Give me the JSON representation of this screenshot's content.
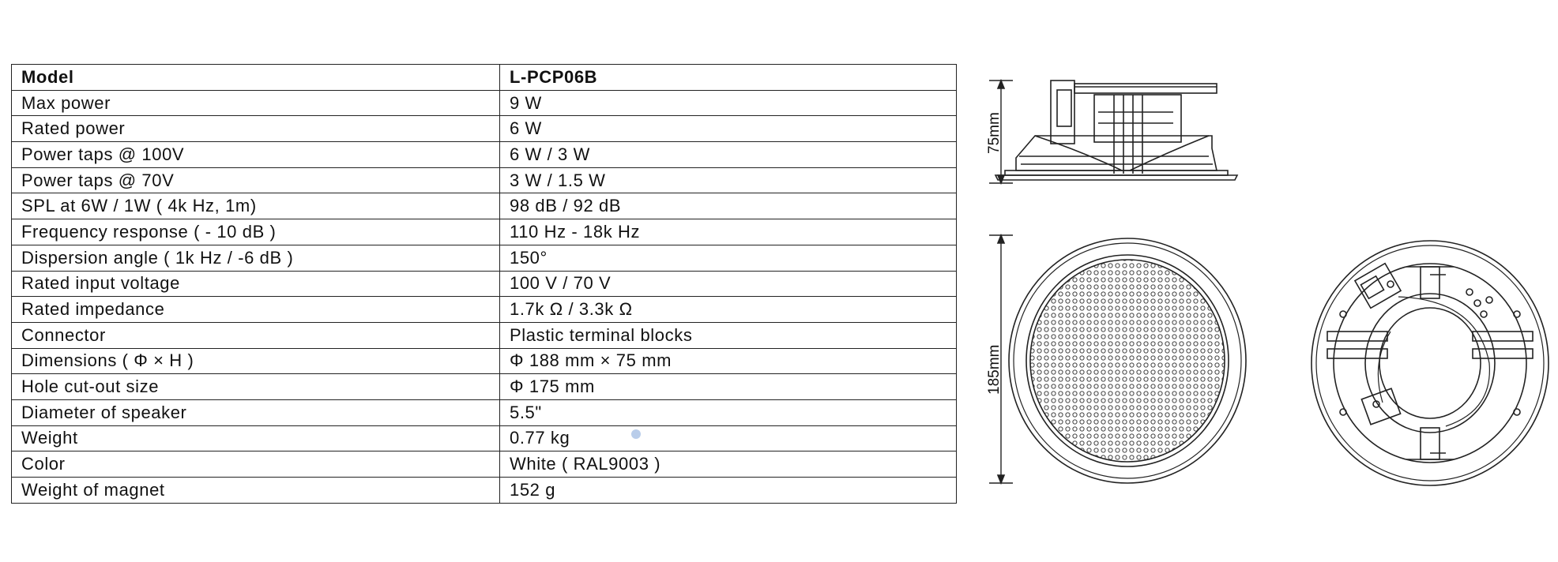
{
  "spec_table": {
    "header": {
      "label": "Model",
      "value": "L-PCP06B"
    },
    "rows": [
      {
        "label": "Max  power",
        "value": "9 W"
      },
      {
        "label": "Rated  power",
        "value": "6 W"
      },
      {
        "label": "Power  taps @ 100V",
        "value": "6 W / 3 W"
      },
      {
        "label": "Power  taps @ 70V",
        "value": "3 W / 1.5 W"
      },
      {
        "label": "SPL at 6W / 1W ( 4k Hz, 1m)",
        "value": "98 dB / 92 dB"
      },
      {
        "label": "Frequency  response ( - 10 dB )",
        "value": "110 Hz - 18k Hz"
      },
      {
        "label": "Dispersion  angle ( 1k Hz / -6 dB )",
        "value": "150°"
      },
      {
        "label": "Rated  input  voltage",
        "value": "100 V / 70 V"
      },
      {
        "label": "Rated  impedance",
        "value": "1.7k Ω / 3.3k Ω"
      },
      {
        "label": "Connector",
        "value": "Plastic  terminal  blocks"
      },
      {
        "label": "Dimensions ( Φ × H )",
        "value": "Φ 188 mm × 75 mm"
      },
      {
        "label": "Hole  cut-out  size",
        "value": "Φ 175 mm"
      },
      {
        "label": "Diameter  of  speaker",
        "value": "5.5\""
      },
      {
        "label": "Weight",
        "value": "0.77 kg"
      },
      {
        "label": "Color",
        "value": "White ( RAL9003 )"
      },
      {
        "label": "Weight  of  magnet",
        "value": "152 g"
      }
    ]
  },
  "drawing": {
    "height_dimension": "75mm",
    "diameter_dimension": "185mm"
  }
}
